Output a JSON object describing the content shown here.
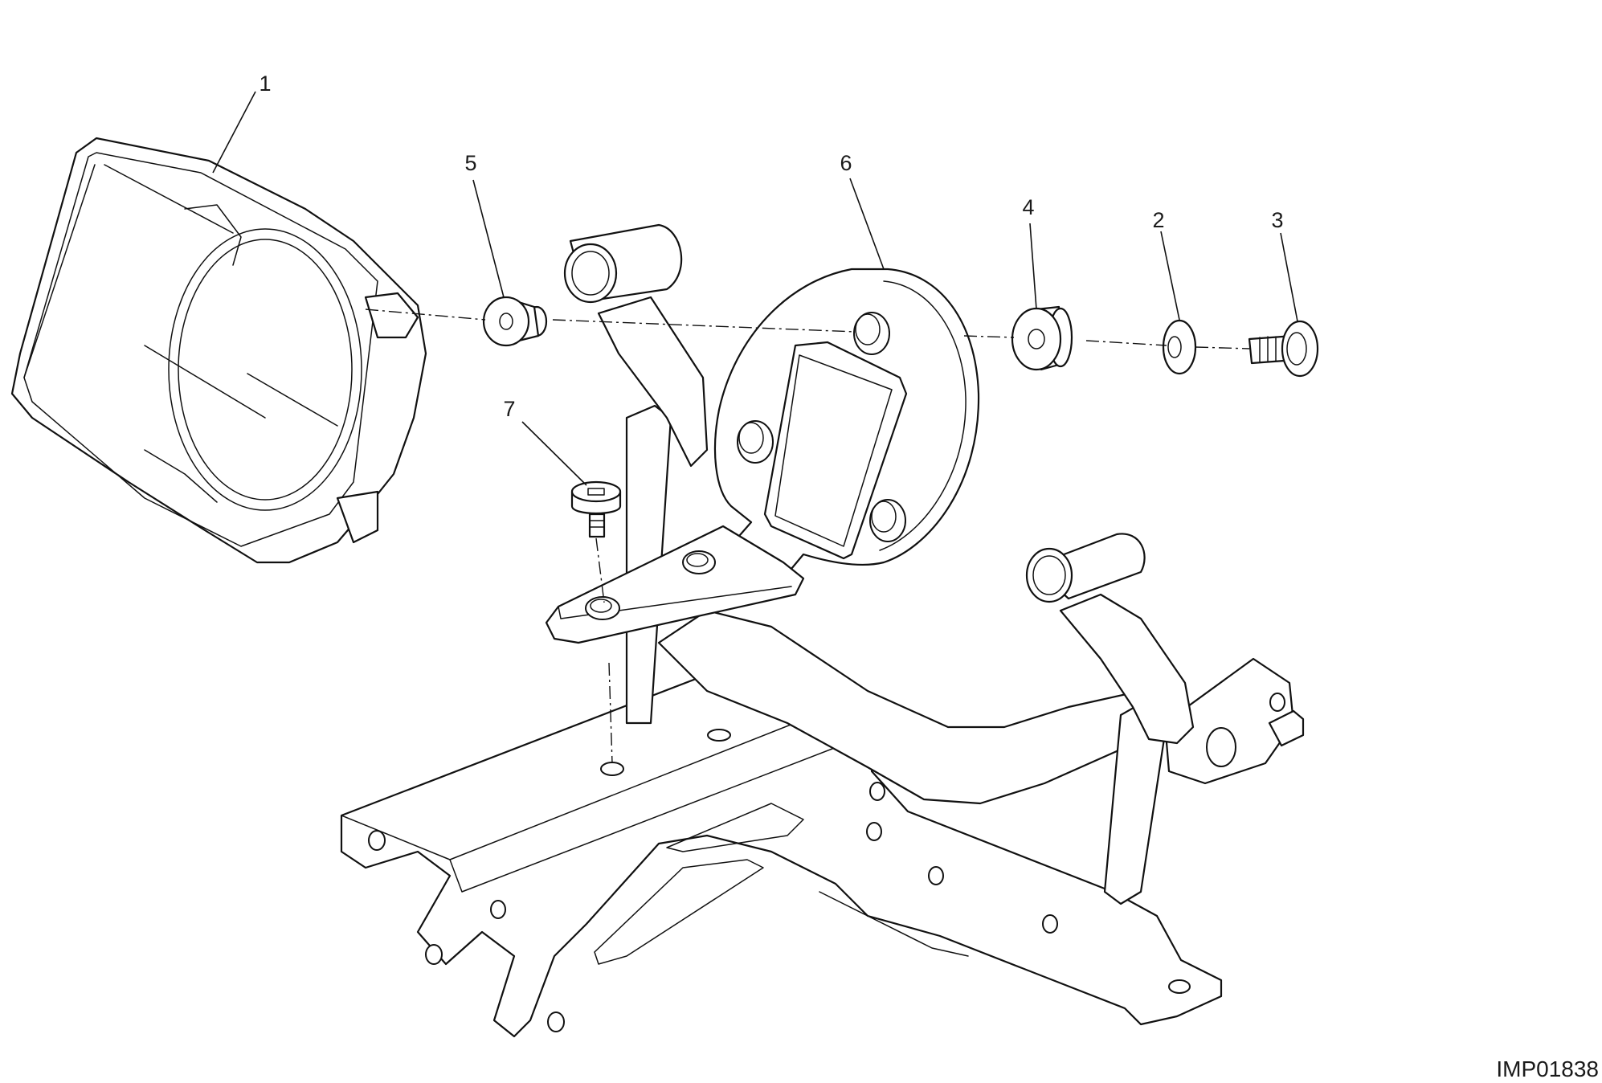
{
  "callouts": {
    "c1": "1",
    "c2": "2",
    "c3": "3",
    "c4": "4",
    "c5": "5",
    "c6": "6",
    "c7": "7"
  },
  "drawing_code": "IMP01838"
}
